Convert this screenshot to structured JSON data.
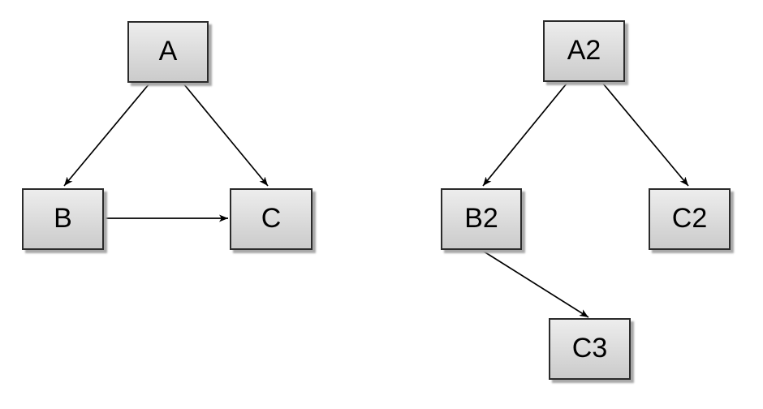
{
  "diagram": {
    "background_color": "#ffffff",
    "node_style": {
      "fill_top": "#ededed",
      "fill_bottom": "#cbcbcb",
      "border_color": "#2b2b2b",
      "shadow_color": "#a9a9a9",
      "text_color": "#000000"
    },
    "edge_style": {
      "line_color": "#000000",
      "arrowhead": "filled-v"
    },
    "graphs": [
      {
        "name": "left-graph",
        "nodes": [
          {
            "id": "A",
            "label": "A"
          },
          {
            "id": "B",
            "label": "B"
          },
          {
            "id": "C",
            "label": "C"
          }
        ],
        "edges": [
          {
            "from": "A",
            "to": "B"
          },
          {
            "from": "A",
            "to": "C"
          },
          {
            "from": "B",
            "to": "C"
          }
        ]
      },
      {
        "name": "right-graph",
        "nodes": [
          {
            "id": "A2",
            "label": "A2"
          },
          {
            "id": "B2",
            "label": "B2"
          },
          {
            "id": "C2",
            "label": "C2"
          },
          {
            "id": "C3",
            "label": "C3"
          }
        ],
        "edges": [
          {
            "from": "A2",
            "to": "B2"
          },
          {
            "from": "A2",
            "to": "C2"
          },
          {
            "from": "B2",
            "to": "C3"
          }
        ]
      }
    ]
  }
}
